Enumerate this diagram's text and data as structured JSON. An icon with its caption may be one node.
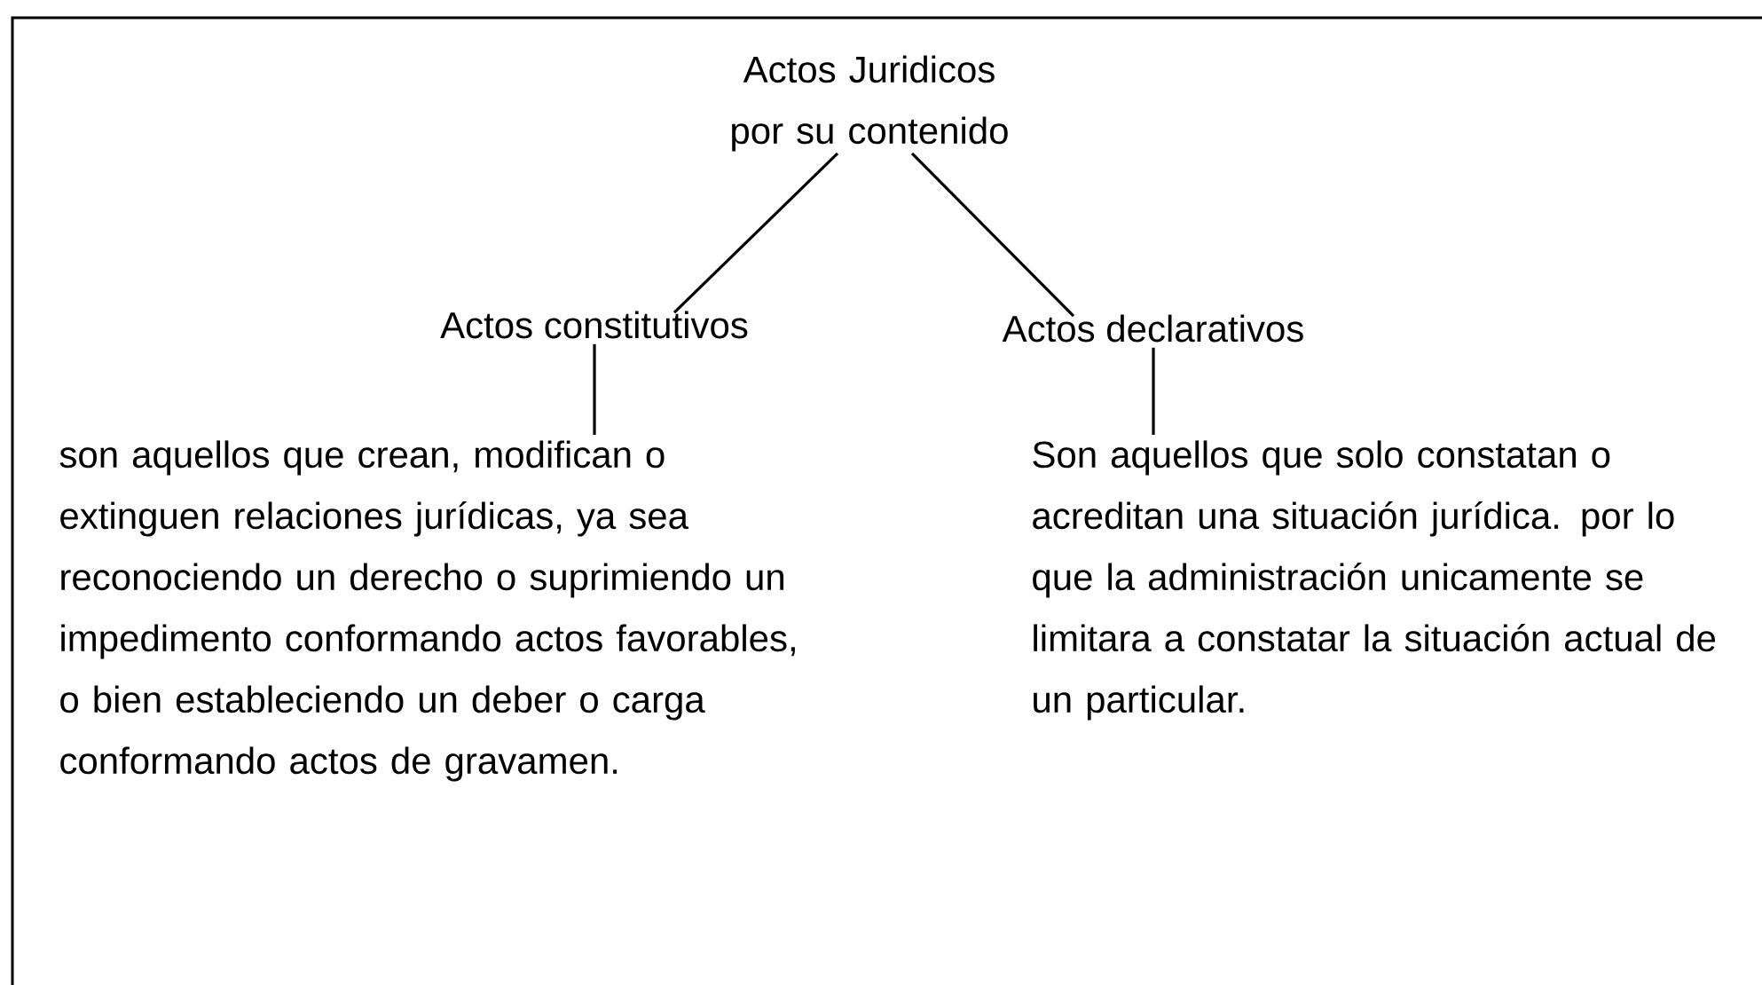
{
  "diagram": {
    "nodes": [
      {
        "text": [
          "Actos Juridicos por su contenido"
        ]
      },
      {
        "text": [
          "Actos constitutivos"
        ]
      },
      {
        "text": [
          "Actos declarativos"
        ]
      },
      {
        "text": [
          "son aquellos que crean, modifican o extinguen relaciones jurídicas, ya sea reconociendo un derecho o suprimiendo un impedimento conformando actos favorables, o bien estableciendo un deber o carga conformando actos de gravamen."
        ]
      },
      {
        "text": [
          "Son aquellos que solo constatan o acreditan una situación jurídica. por lo que la administración unicamente se limitara a constatar la situación actual de un particular."
        ]
      }
    ],
    "edges": [
      {
        "from": 0,
        "to": 1,
        "arrow": "none"
      },
      {
        "from": 0,
        "to": 2,
        "arrow": "none"
      },
      {
        "from": 1,
        "to": 3,
        "arrow": "none"
      },
      {
        "from": 2,
        "to": 4,
        "arrow": "none"
      }
    ]
  }
}
